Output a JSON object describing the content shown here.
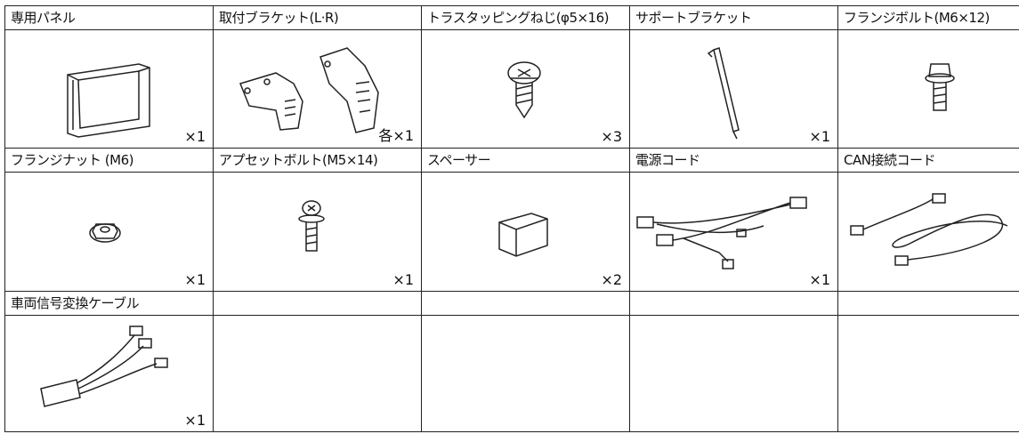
{
  "rows": [
    {
      "items": [
        {
          "name": "専用パネル",
          "qty": "×1",
          "icon": "panel-icon"
        },
        {
          "name": "取付ブラケット(L·R)",
          "qty": "各×1",
          "icon": "bracket-icon"
        },
        {
          "name": "トラスタッピングねじ(φ5×16)",
          "qty": "×3",
          "icon": "screw-icon"
        },
        {
          "name": "サポートブラケット",
          "qty": "×1",
          "icon": "support-bracket-icon"
        },
        {
          "name": "フランジボルト(M6×12)",
          "qty": "×1",
          "icon": "flange-bolt-icon"
        }
      ]
    },
    {
      "items": [
        {
          "name": "フランジナット (M6)",
          "qty": "×1",
          "icon": "flange-nut-icon"
        },
        {
          "name": "アプセットボルト(M5×14)",
          "qty": "×1",
          "icon": "upset-bolt-icon"
        },
        {
          "name": "スペーサー",
          "qty": "×2",
          "icon": "spacer-icon"
        },
        {
          "name": "電源コード",
          "qty": "×1",
          "icon": "power-cord-icon"
        },
        {
          "name": "CAN接続コード",
          "qty": "×1",
          "icon": "can-cord-icon"
        }
      ]
    },
    {
      "items": [
        {
          "name": "車両信号変換ケーブル",
          "qty": "×1",
          "icon": "signal-cable-icon"
        }
      ]
    }
  ]
}
